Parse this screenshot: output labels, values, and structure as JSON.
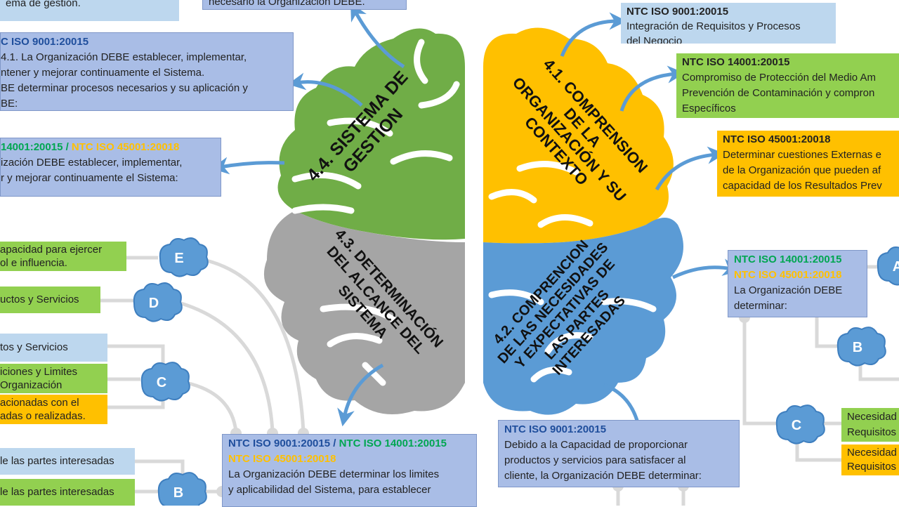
{
  "brain": {
    "q44": [
      "4.4. SISTEMA DE",
      "GESTION"
    ],
    "q41": [
      "4.1. COMPRENSION",
      "DE LA",
      "ORGANIZACIÓN Y SU",
      "CONTEXTO"
    ],
    "q43": [
      "4.3. DETERMINACIÓN",
      "DEL ALCANCE DEL",
      "SISTEMA"
    ],
    "q42": [
      "4.2. COMPRENCION",
      "DE LAS NECESIDADES",
      "Y EXPECTATIVAS DE",
      "LAS PARTES",
      "INTERESADAS"
    ]
  },
  "left_boxes": {
    "top_partial": "ema de gestión.",
    "top_center_partial": "necesario la Organización DEBE.",
    "iso9001": {
      "head": "C ISO 9001:20015",
      "lines": [
        "4.1. La Organización DEBE establecer, implementar,",
        "ntener y mejorar continuamente el Sistema.",
        "BE determinar procesos necesarios y su aplicación y",
        "BE:"
      ]
    },
    "iso14001_45001": {
      "head_a": "14001:20015 / ",
      "head_b": "NTC ISO 45001:20018",
      "lines": [
        "ización DEBE establecer, implementar,",
        "r y mejorar continuamente el Sistema:"
      ]
    },
    "e_box": [
      "apacidad para ejercer",
      "ol e influencia."
    ],
    "d_box": "uctos y Servicios",
    "c_box1": "tos y Servicios",
    "c_box2": [
      "iciones y Limites",
      " Organización"
    ],
    "c_box3": [
      "acionadas con el",
      "adas o realizadas."
    ],
    "b_box1": "le las partes interesadas",
    "b_box2": "le las partes interesadas"
  },
  "bottom_center_box": {
    "head_a": "NTC ISO 9001:20015 / ",
    "head_b": "NTC ISO 14001:20015",
    "head_c": "NTC ISO 45001:20018",
    "lines": [
      "La Organización DEBE determinar los limites",
      "y aplicabilidad del Sistema, para establecer"
    ]
  },
  "right_boxes": {
    "r9001": {
      "head": "NTC ISO 9001:20015",
      "lines": [
        "Integración de Requisitos y Procesos",
        "del Negocio"
      ]
    },
    "r14001": {
      "head": "NTC ISO 14001:20015",
      "lines": [
        "Compromiso de Protección del Medio Am",
        "Prevención de Contaminación y compron",
        "Específicos"
      ]
    },
    "r45001": {
      "head": "NTC ISO 45001:20018",
      "lines": [
        "Determinar cuestiones Externas e",
        "de la Organización que pueden af",
        "capacidad de los Resultados Prev"
      ]
    },
    "rmid": {
      "head_a": "NTC ISO 14001:20015",
      "head_b": "NTC ISO 45001:20018",
      "lines": [
        "La Organización DEBE",
        "determinar:"
      ]
    },
    "rbottom": {
      "head": "NTC ISO 9001:20015",
      "lines": [
        "Debido a la Capacidad de proporcionar",
        "productos y servicios para satisfacer al",
        "cliente, la Organización DEBE determinar:"
      ]
    },
    "nec1": [
      "Necesidad",
      "Requisitos"
    ],
    "nec2": [
      "Necesidad",
      "Requisitos"
    ]
  },
  "clouds": {
    "E": "E",
    "D": "D",
    "C_left": "C",
    "B_left": "B",
    "A_right": "A",
    "B_right": "B",
    "C_right": "C"
  },
  "colors": {
    "green": "#70ad47",
    "gray": "#a5a5a5",
    "yellow": "#ffc000",
    "blue": "#5b9bd5",
    "arrow": "#5b9bd5",
    "connector": "#d9d9d9"
  }
}
